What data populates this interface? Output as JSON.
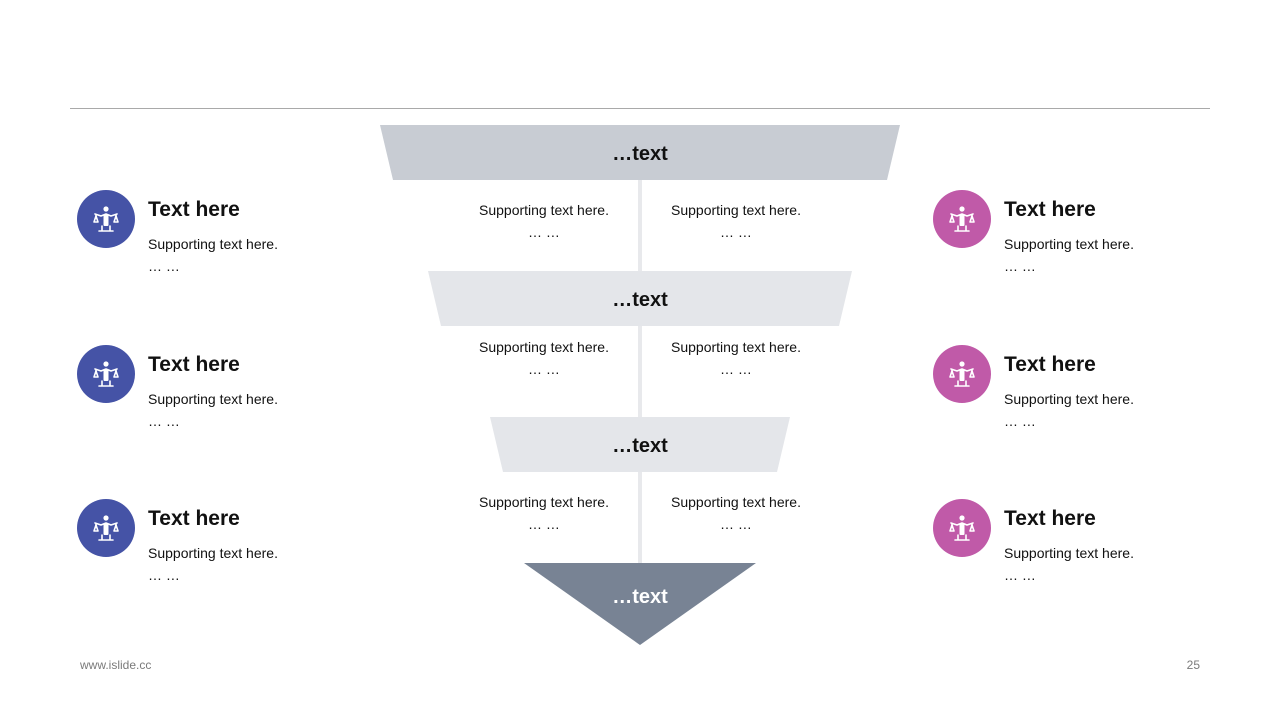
{
  "funnel": {
    "stages": [
      {
        "label": "…text",
        "color": "#c8ccd3"
      },
      {
        "label": "…text",
        "color": "#e4e6ea"
      },
      {
        "label": "…text",
        "color": "#e4e6ea"
      },
      {
        "label": "…text",
        "color": "#788394"
      }
    ],
    "axis_color": "#e8e9ec"
  },
  "middle": {
    "rows": [
      {
        "left": {
          "line1": "Supporting text here.",
          "line2": "… …"
        },
        "right": {
          "line1": "Supporting text here.",
          "line2": "… …"
        }
      },
      {
        "left": {
          "line1": "Supporting text here.",
          "line2": "… …"
        },
        "right": {
          "line1": "Supporting text here.",
          "line2": "… …"
        }
      },
      {
        "left": {
          "line1": "Supporting text here.",
          "line2": "… …"
        },
        "right": {
          "line1": "Supporting text here.",
          "line2": "… …"
        }
      }
    ]
  },
  "left_items": [
    {
      "title": "Text here",
      "line1": "Supporting text here.",
      "line2": "… …",
      "icon": "justice-scale-person-icon"
    },
    {
      "title": "Text here",
      "line1": "Supporting text here.",
      "line2": "… …",
      "icon": "justice-scale-person-icon"
    },
    {
      "title": "Text here",
      "line1": "Supporting text here.",
      "line2": "… …",
      "icon": "justice-scale-person-icon"
    }
  ],
  "right_items": [
    {
      "title": "Text here",
      "line1": "Supporting text here.",
      "line2": "… …",
      "icon": "justice-scale-person-icon"
    },
    {
      "title": "Text here",
      "line1": "Supporting text here.",
      "line2": "… …",
      "icon": "justice-scale-person-icon"
    },
    {
      "title": "Text here",
      "line1": "Supporting text here.",
      "line2": "… …",
      "icon": "justice-scale-person-icon"
    }
  ],
  "colors": {
    "left_badge": "#4553a6",
    "right_badge": "#c05aa8"
  },
  "footer": {
    "url": "www.islide.cc",
    "page": "25"
  }
}
